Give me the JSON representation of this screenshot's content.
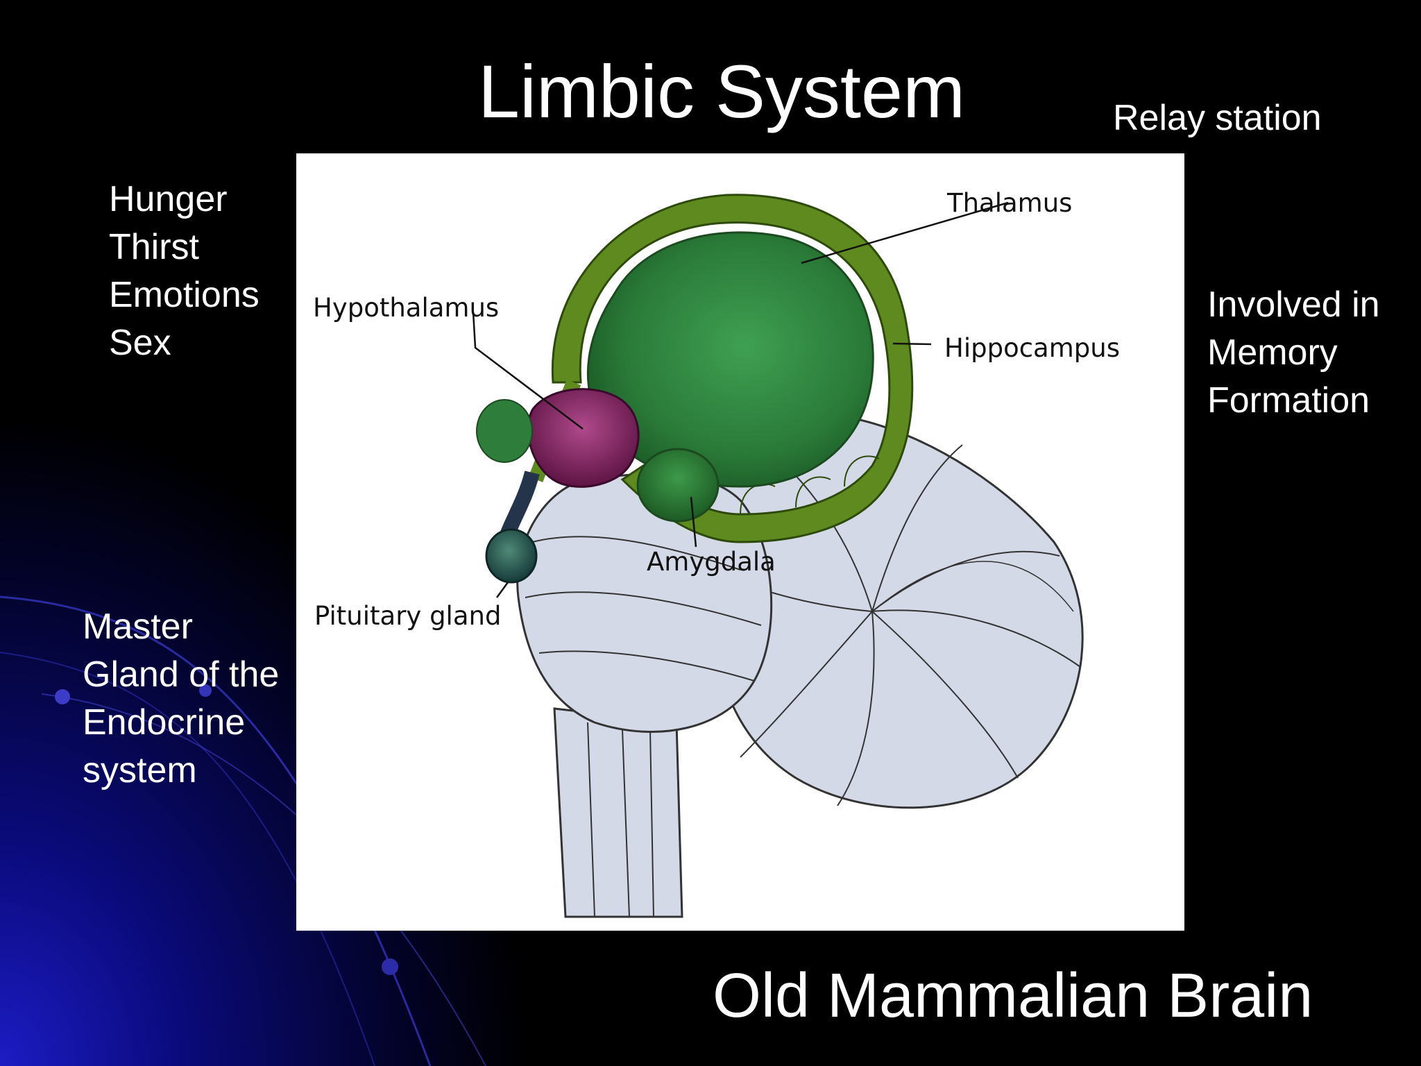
{
  "slide": {
    "title": "Limbic System",
    "relay_note": "Relay station",
    "drives": [
      "Hunger",
      "Thirst",
      "Emotions",
      "Sex"
    ],
    "memory_note": [
      "Involved in",
      "Memory",
      "Formation"
    ],
    "gland_note": [
      "Master",
      "Gland of the",
      "Endocrine",
      "system"
    ],
    "footer": "Old Mammalian Brain"
  },
  "diagram": {
    "labels": {
      "thalamus": "Thalamus",
      "hypothalamus": "Hypothalamus",
      "hippocampus": "Hippocampus",
      "amygdala": "Amygdala",
      "pituitary": "Pituitary gland"
    }
  },
  "colors": {
    "background": "#000000",
    "accent_blue": "#1a1aa8",
    "limbic_green": "#2f7d3a",
    "hippocampus_green": "#5e8a1f",
    "hypothalamus_purple": "#7a1e5a",
    "brainstem_gray": "#d4d9e8"
  }
}
